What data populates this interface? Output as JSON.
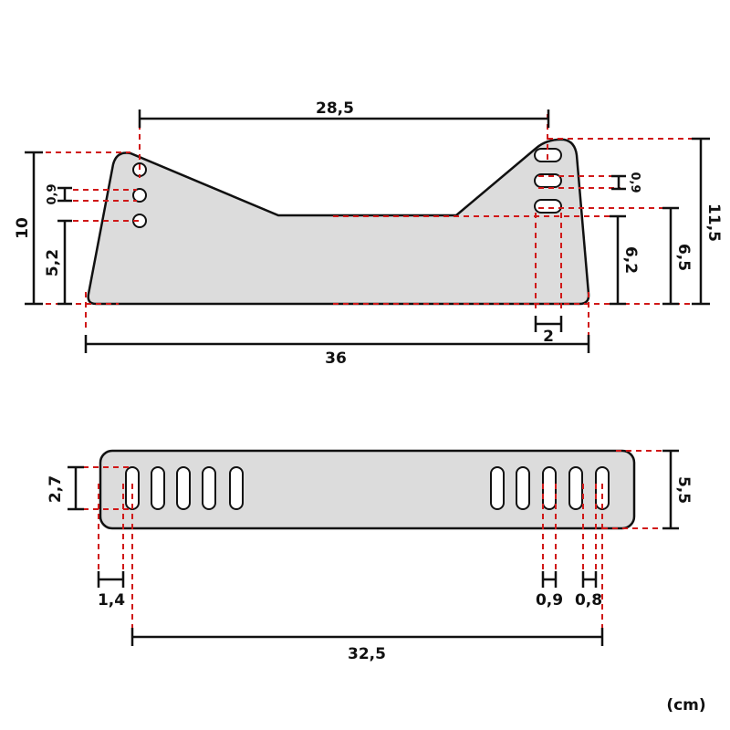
{
  "colors": {
    "plate": "#dcdcdc",
    "outline": "#111111",
    "guide": "#d01818"
  },
  "side_plate": {
    "dims": {
      "top_width": "28,5",
      "total_height_left": "10",
      "hole_spacing_left": "0,9",
      "hole_height_left": "5,2",
      "base_length": "36",
      "slot_width": "2",
      "slot_height_low": "6,2",
      "slot_height_high": "6,5",
      "total_height_right": "11,5",
      "slot_spacing_right": "0,9"
    }
  },
  "bottom_plate": {
    "dims": {
      "slot_length": "2,7",
      "plate_width": "5,5",
      "edge_offset": "1,4",
      "slot_width": "0,9",
      "slot_gap": "0,8",
      "slot_span": "32,5"
    }
  },
  "unit": "(cm)"
}
